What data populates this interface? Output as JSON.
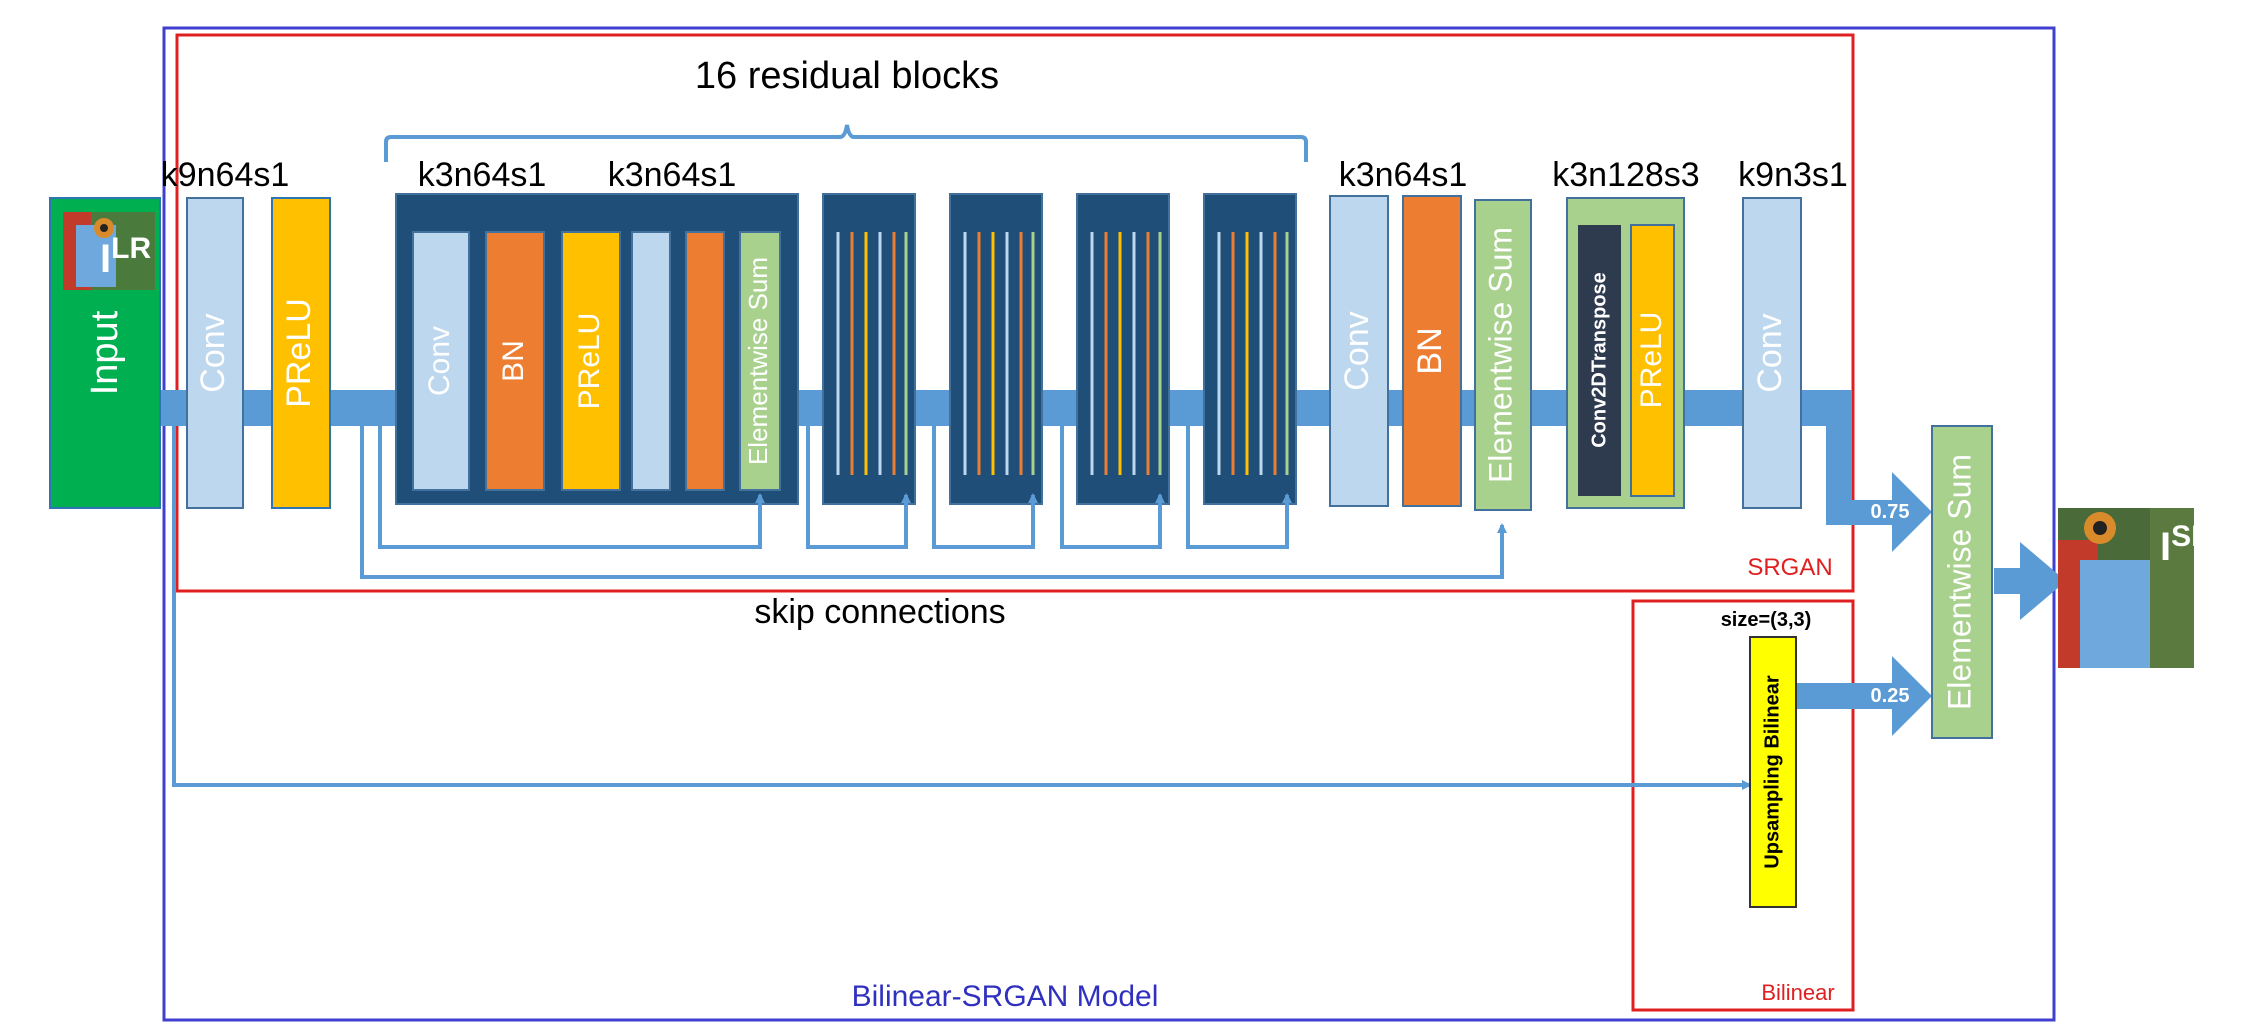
{
  "title": "16 residual blocks",
  "model_label": "Bilinear-SRGAN Model",
  "srgan_label": "SRGAN",
  "bilinear_label": "Bilinear",
  "skip_label": "skip connections",
  "size_label": "size=(3,3)",
  "input": {
    "label": "Input",
    "img_label": "I",
    "img_sup": "LR"
  },
  "output": {
    "img_label": "I",
    "img_sup": "SR"
  },
  "kernel_labels": {
    "k1": "k9n64s1",
    "k2": "k3n64s1",
    "k3": "k3n64s1",
    "k4": "k3n64s1",
    "k5": "k3n128s3",
    "k6": "k9n3s1"
  },
  "layers": {
    "conv1": "Conv",
    "prelu1": "PReLU",
    "rb_conv": "Conv",
    "rb_bn": "BN",
    "rb_prelu": "PReLU",
    "rb_sum": "Elementwise Sum",
    "conv2": "Conv",
    "bn2": "BN",
    "sum2": "Elementwise Sum",
    "conv2dt": "Conv2DTranspose",
    "prelu2": "PReLU",
    "conv3": "Conv",
    "upsample": "Upsampling Bilinear",
    "final_sum": "Elementwise Sum"
  },
  "weights": {
    "srgan": "0.75",
    "bilinear": "0.25"
  },
  "colors": {
    "conv": "#bdd7ee",
    "bn": "#ed7d31",
    "prelu": "#ffc000",
    "sum": "#a9d18e",
    "residual": "#1f4e79",
    "arrow": "#5b9bd5",
    "input": "#00b050",
    "upsample": "#ffff00",
    "srgan_border": "#e02020",
    "model_border": "#4040d0"
  }
}
